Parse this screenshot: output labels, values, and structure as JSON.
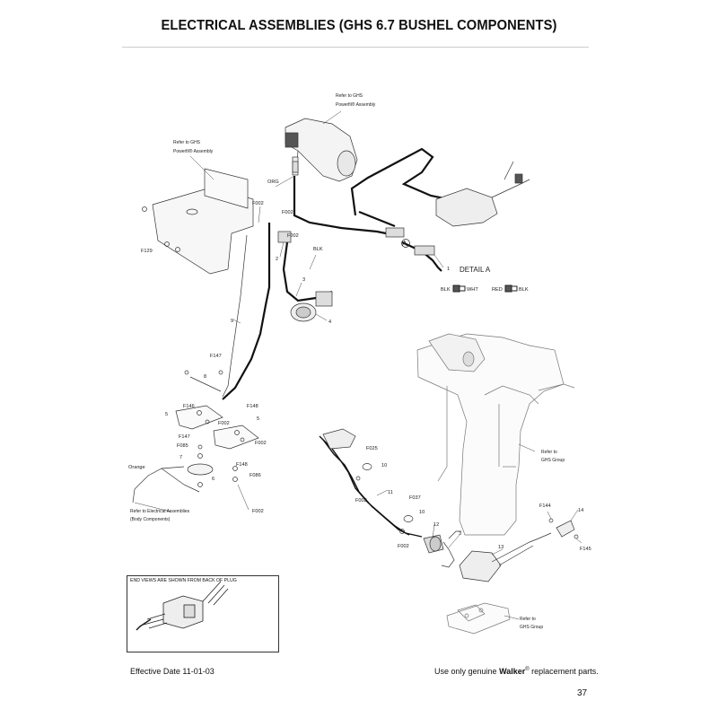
{
  "title": "ELECTRICAL ASSEMBLIES (GHS 6.7 BUSHEL COMPONENTS)",
  "footer": {
    "effective": "Effective Date 11-01-03",
    "genuine_pre": "Use only genuine ",
    "brand": "Walker",
    "reg": "®",
    "genuine_post": " replacement parts.",
    "page": "37"
  },
  "notes": {
    "ref_powerfil_1_a": "Refer to GHS",
    "ref_powerfil_1_b": "Powerfil® Assembly",
    "ref_powerfil_2_a": "Refer to GHS",
    "ref_powerfil_2_b": "Powerfil® Assembly",
    "ref_ghs_group_1_a": "Refer to",
    "ref_ghs_group_1_b": "GHS Group",
    "ref_ghs_group_2_a": "Refer to",
    "ref_ghs_group_2_b": "GHS Group",
    "ref_electrical_a": "Refer to Electrical  Assemblies",
    "ref_electrical_b": "(Body Components)",
    "endview": "END VIEWS ARE SHOWN FROM BACK OF PLUG"
  },
  "wire_colors": {
    "org": "ORG",
    "blk": "BLK",
    "orange": "Orange"
  },
  "detail": {
    "title": "DETAIL A",
    "blk": "BLK",
    "wht": "WHT",
    "red": "RED",
    "blk2": "BLK",
    "marker": "A"
  },
  "parts": {
    "p1": "1",
    "p2": "2",
    "p3a": "3",
    "p3b": "3",
    "p4": "4",
    "p5a": "5",
    "p5b": "5",
    "p6": "6",
    "p7": "7",
    "p8": "8",
    "p9": "9",
    "p10a": "10",
    "p10b": "10",
    "p11": "11",
    "p12": "12",
    "p13": "13",
    "p14": "14",
    "f002_a": "F002",
    "f002_b": "F002",
    "f002_c": "F002",
    "f002_d": "F002",
    "f002_e": "F002",
    "f002_f": "F002",
    "f002_g": "F002",
    "f002_h": "F002",
    "f025": "F025",
    "f037": "F037",
    "f085": "F085",
    "f086": "F086",
    "f129": "F129",
    "f144": "F144",
    "f145": "F145",
    "f146": "F146",
    "f147_a": "F147",
    "f147_b": "F147",
    "f148_a": "F148",
    "f148_b": "F148"
  }
}
